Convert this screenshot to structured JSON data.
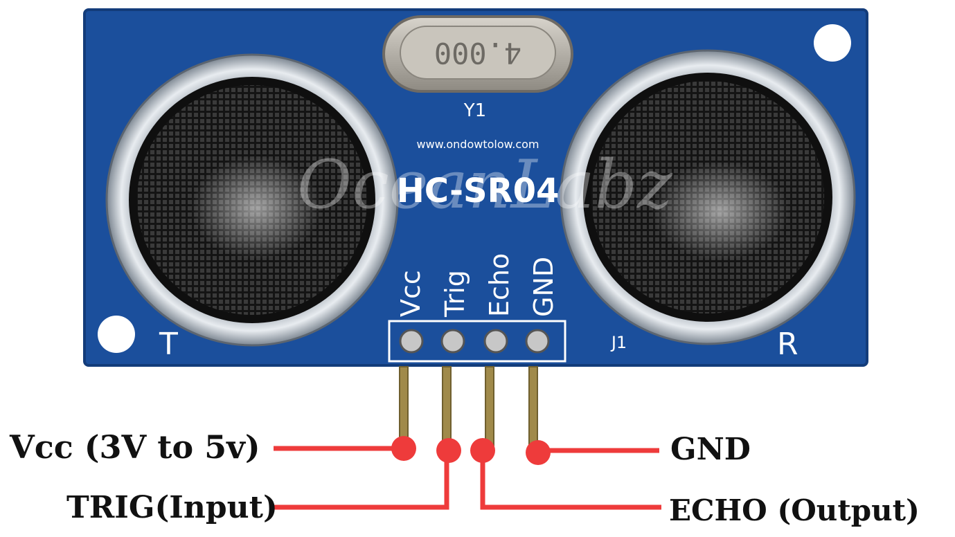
{
  "board": {
    "model": "HC-SR04",
    "crystal_label": "Y1",
    "crystal_marking": "4.000",
    "url_text": "www.ondowtolow.com",
    "watermark": "OceanLabz",
    "transmitter_label": "T",
    "receiver_label": "R",
    "header_label": "J1",
    "pins": [
      "Vcc",
      "Trig",
      "Echo",
      "GND"
    ]
  },
  "callouts": {
    "vcc": "Vcc (3V to 5v)",
    "trig": "TRIG(Input)",
    "gnd": "GND",
    "echo": "ECHO (Output)"
  },
  "colors": {
    "pcb": "#1b4f9c",
    "pcb_edge": "#133c7a",
    "wire": "#ee3b3b",
    "pin_metal": "#a08a4a"
  }
}
